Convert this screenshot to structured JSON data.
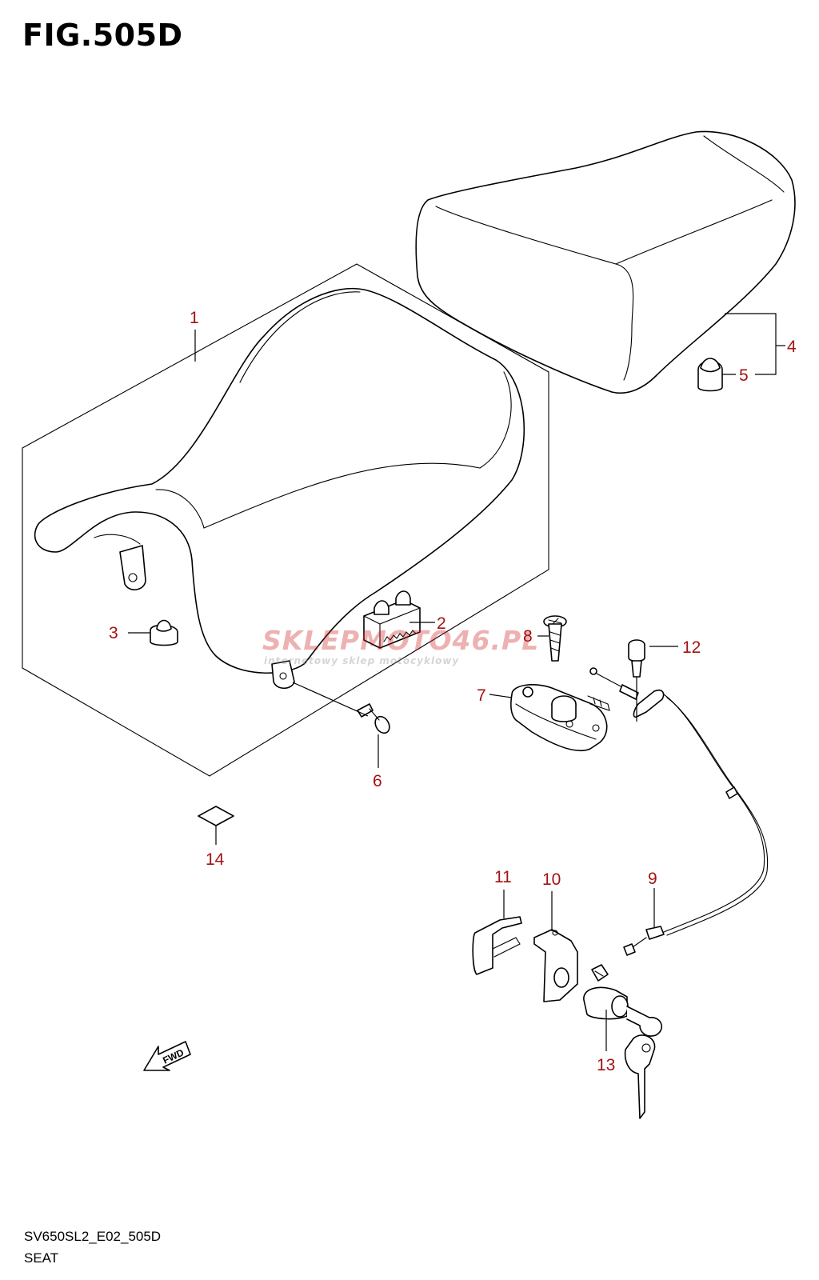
{
  "figure": {
    "title": "FIG.505D"
  },
  "callouts": [
    {
      "id": "1",
      "label": "1"
    },
    {
      "id": "2",
      "label": "2"
    },
    {
      "id": "3",
      "label": "3"
    },
    {
      "id": "4",
      "label": "4"
    },
    {
      "id": "5",
      "label": "5"
    },
    {
      "id": "6",
      "label": "6"
    },
    {
      "id": "7",
      "label": "7"
    },
    {
      "id": "8",
      "label": "8"
    },
    {
      "id": "9",
      "label": "9"
    },
    {
      "id": "10",
      "label": "10"
    },
    {
      "id": "11",
      "label": "11"
    },
    {
      "id": "12",
      "label": "12"
    },
    {
      "id": "13",
      "label": "13"
    },
    {
      "id": "14",
      "label": "14"
    }
  ],
  "watermark": {
    "brand": "SKLEPMOTO46.PL",
    "tagline": "internetowy sklep motocyklowy"
  },
  "fwd_label": "FWD",
  "footer": {
    "code": "SV650SL2_E02_505D",
    "caption": "SEAT"
  },
  "colors": {
    "callout": "#a31212",
    "line": "#000000",
    "watermark": "#cc2222"
  }
}
